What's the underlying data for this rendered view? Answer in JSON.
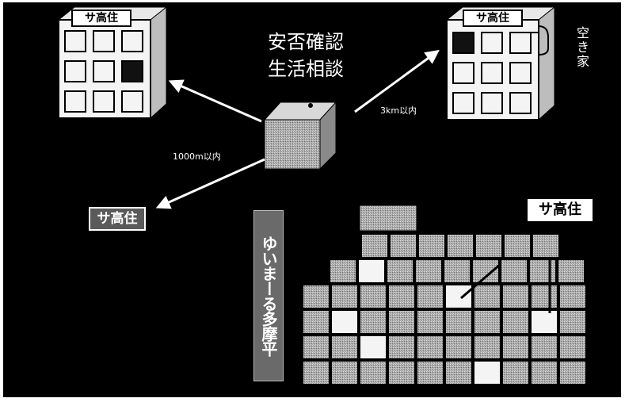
{
  "center_labels": [
    "安否確認",
    "生活相談"
  ],
  "building_label": "サ高住",
  "vacancy_label": "空き家",
  "left_tag": "サ高住",
  "right_tag": "サ高住",
  "vertical_title": "ゆいまーる多摩平",
  "distance_left": "1000m以内",
  "distance_right": "3km以内",
  "colors": {
    "background": "#000000",
    "unit_light": "#f4f4f4",
    "unit_gray": "#9a9a9a",
    "window_dark": "#111111"
  }
}
